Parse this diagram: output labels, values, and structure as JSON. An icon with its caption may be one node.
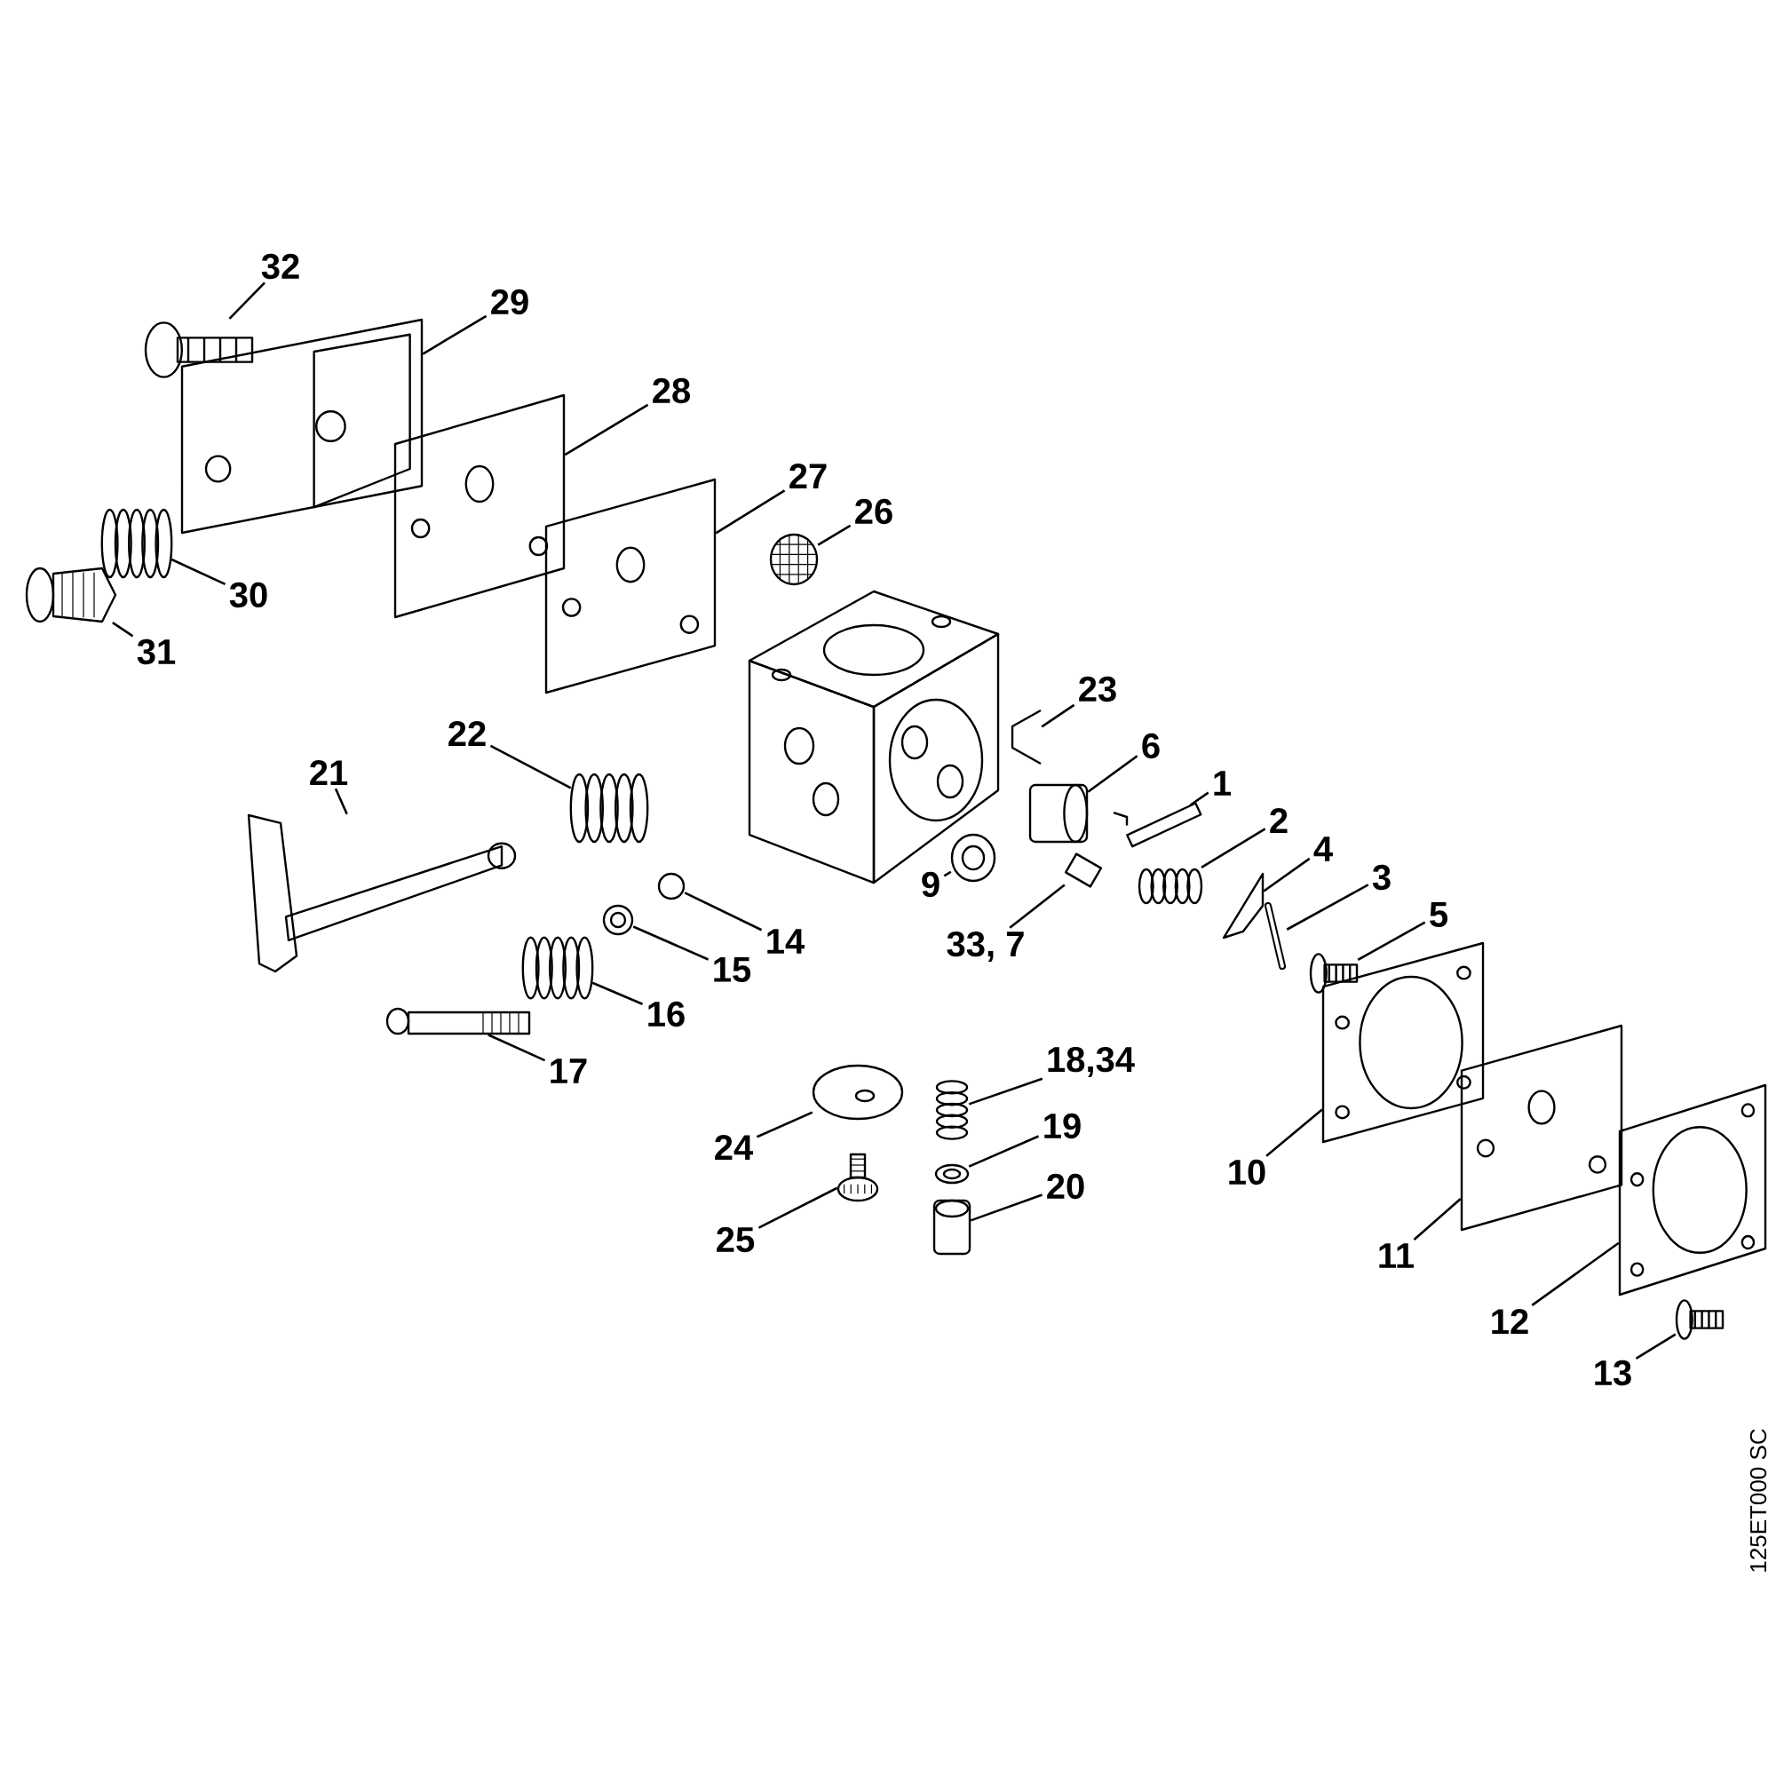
{
  "diagram": {
    "nodes": [
      {
        "text": [
          "32"
        ]
      },
      {
        "text": [
          "29"
        ]
      },
      {
        "text": [
          "28"
        ]
      },
      {
        "text": [
          "27"
        ]
      },
      {
        "text": [
          "26"
        ]
      },
      {
        "text": [
          "30"
        ]
      },
      {
        "text": [
          "31"
        ]
      },
      {
        "text": [
          "23"
        ]
      },
      {
        "text": [
          "22"
        ]
      },
      {
        "text": [
          "6"
        ]
      },
      {
        "text": [
          "21"
        ]
      },
      {
        "text": [
          "1"
        ]
      },
      {
        "text": [
          "2"
        ]
      },
      {
        "text": [
          "4"
        ]
      },
      {
        "text": [
          "3"
        ]
      },
      {
        "text": [
          "9"
        ]
      },
      {
        "text": [
          "5"
        ]
      },
      {
        "text": [
          "14"
        ]
      },
      {
        "text": [
          "33, 7"
        ]
      },
      {
        "text": [
          "15"
        ]
      },
      {
        "text": [
          "16"
        ]
      },
      {
        "text": [
          "17"
        ]
      },
      {
        "text": [
          "18,34"
        ]
      },
      {
        "text": [
          "19"
        ]
      },
      {
        "text": [
          "24"
        ]
      },
      {
        "text": [
          "10"
        ]
      },
      {
        "text": [
          "20"
        ]
      },
      {
        "text": [
          "25"
        ]
      },
      {
        "text": [
          "11"
        ]
      },
      {
        "text": [
          "12"
        ]
      },
      {
        "text": [
          "13"
        ]
      },
      {
        "text": [],
        "shape": "picture"
      },
      {
        "text": [],
        "shape": "picture"
      },
      {
        "text": [],
        "shape": "picture"
      },
      {
        "text": [],
        "shape": "picture"
      },
      {
        "text": [],
        "shape": "picture"
      },
      {
        "text": [],
        "shape": "picture"
      },
      {
        "text": [],
        "shape": "picture"
      },
      {
        "text": [],
        "shape": "picture"
      },
      {
        "text": [],
        "shape": "picture"
      },
      {
        "text": [],
        "shape": "picture"
      },
      {
        "text": [],
        "shape": "picture"
      },
      {
        "text": [],
        "shape": "picture"
      },
      {
        "text": [],
        "shape": "picture"
      },
      {
        "text": [],
        "shape": "picture"
      },
      {
        "text": [],
        "shape": "picture"
      },
      {
        "text": [],
        "shape": "picture"
      },
      {
        "text": [],
        "shape": "picture"
      },
      {
        "text": [],
        "shape": "circle"
      },
      {
        "text": [],
        "shape": "picture"
      },
      {
        "text": [],
        "shape": "picture"
      },
      {
        "text": [],
        "shape": "picture"
      },
      {
        "text": [],
        "shape": "picture"
      },
      {
        "text": [],
        "shape": "picture"
      },
      {
        "text": [],
        "shape": "picture"
      },
      {
        "text": [],
        "shape": "picture"
      },
      {
        "text": [],
        "shape": "picture"
      },
      {
        "text": [],
        "shape": "picture"
      },
      {
        "text": [],
        "shape": "picture"
      },
      {
        "text": [],
        "shape": "picture"
      },
      {
        "text": [],
        "shape": "picture"
      },
      {
        "text": [],
        "shape": "picture"
      }
    ],
    "edges": [
      {
        "from": 0,
        "to": 31,
        "arrow": "none"
      },
      {
        "from": 1,
        "to": 32,
        "arrow": "none"
      },
      {
        "from": 2,
        "to": 33,
        "arrow": "none"
      },
      {
        "from": 3,
        "to": 34,
        "arrow": "none"
      },
      {
        "from": 4,
        "to": 35,
        "arrow": "none"
      },
      {
        "from": 5,
        "to": 36,
        "arrow": "none"
      },
      {
        "from": 6,
        "to": 37,
        "arrow": "none"
      },
      {
        "from": 7,
        "to": 38,
        "arrow": "none"
      },
      {
        "from": 8,
        "to": 39,
        "arrow": "none"
      },
      {
        "from": 9,
        "to": 40,
        "arrow": "none"
      },
      {
        "from": 10,
        "to": 41,
        "arrow": "none"
      },
      {
        "from": 11,
        "to": 42,
        "arrow": "none"
      },
      {
        "from": 12,
        "to": 43,
        "arrow": "none"
      },
      {
        "from": 13,
        "to": 44,
        "arrow": "none"
      },
      {
        "from": 14,
        "to": 45,
        "arrow": "none"
      },
      {
        "from": 15,
        "to": 46,
        "arrow": "none"
      },
      {
        "from": 16,
        "to": 47,
        "arrow": "none"
      },
      {
        "from": 17,
        "to": 48,
        "arrow": "none"
      },
      {
        "from": 18,
        "to": 49,
        "arrow": "none"
      },
      {
        "from": 19,
        "to": 50,
        "arrow": "none"
      },
      {
        "from": 20,
        "to": 51,
        "arrow": "none"
      },
      {
        "from": 21,
        "to": 52,
        "arrow": "none"
      },
      {
        "from": 22,
        "to": 53,
        "arrow": "none"
      },
      {
        "from": 23,
        "to": 54,
        "arrow": "none"
      },
      {
        "from": 24,
        "to": 55,
        "arrow": "none"
      },
      {
        "from": 25,
        "to": 56,
        "arrow": "none"
      },
      {
        "from": 26,
        "to": 57,
        "arrow": "none"
      },
      {
        "from": 27,
        "to": 58,
        "arrow": "none"
      },
      {
        "from": 28,
        "to": 59,
        "arrow": "none"
      },
      {
        "from": 29,
        "to": 60,
        "arrow": "none"
      },
      {
        "from": 30,
        "to": 61,
        "arrow": "none"
      }
    ],
    "labels": [
      "125ET000 SC"
    ]
  }
}
